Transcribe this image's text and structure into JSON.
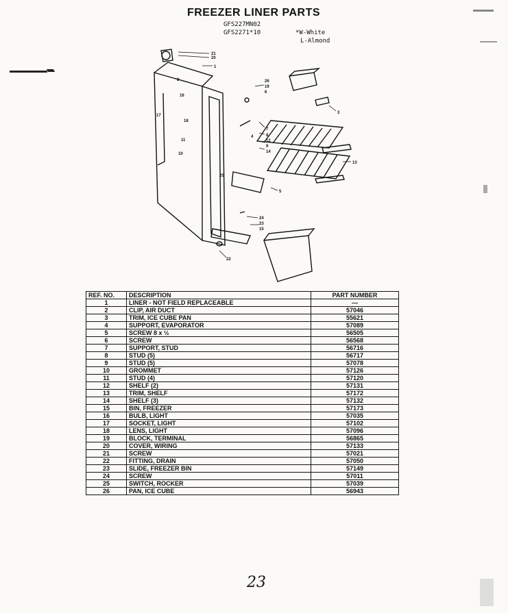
{
  "header": {
    "title": "FREEZER LINER PARTS",
    "model_1": "GFS227MN02",
    "model_2": "GFS2271*10",
    "color_code_1": "*W-White",
    "color_code_2": "L-Almond"
  },
  "table": {
    "columns": [
      "REF. NO.",
      "DESCRIPTION",
      "PART NUMBER"
    ],
    "rows": [
      {
        "ref": "1",
        "desc": "LINER - NOT FIELD REPLACEABLE",
        "pn": "—"
      },
      {
        "ref": "2",
        "desc": "CLIP, AIR DUCT",
        "pn": "57046"
      },
      {
        "ref": "3",
        "desc": "TRIM, ICE CUBE PAN",
        "pn": "55621"
      },
      {
        "ref": "4",
        "desc": "SUPPORT, EVAPORATOR",
        "pn": "57089"
      },
      {
        "ref": "5",
        "desc": "SCREW 8 x ½",
        "pn": "56505"
      },
      {
        "ref": "6",
        "desc": "SCREW",
        "pn": "56568"
      },
      {
        "ref": "7",
        "desc": "SUPPORT, STUD",
        "pn": "56716"
      },
      {
        "ref": "8",
        "desc": "STUD (5)",
        "pn": "56717"
      },
      {
        "ref": "9",
        "desc": "STUD (5)",
        "pn": "57078"
      },
      {
        "ref": "10",
        "desc": "GROMMET",
        "pn": "57126"
      },
      {
        "ref": "11",
        "desc": "STUD (4)",
        "pn": "57120"
      },
      {
        "ref": "12",
        "desc": "SHELF (2)",
        "pn": "57131"
      },
      {
        "ref": "13",
        "desc": "TRIM, SHELF",
        "pn": "57172"
      },
      {
        "ref": "14",
        "desc": "SHELF (3)",
        "pn": "57132"
      },
      {
        "ref": "15",
        "desc": "BIN, FREEZER",
        "pn": "57173"
      },
      {
        "ref": "16",
        "desc": "BULB, LIGHT",
        "pn": "57035"
      },
      {
        "ref": "17",
        "desc": "SOCKET, LIGHT",
        "pn": "57102"
      },
      {
        "ref": "18",
        "desc": "LENS, LIGHT",
        "pn": "57096"
      },
      {
        "ref": "19",
        "desc": "BLOCK, TERMINAL",
        "pn": "56865"
      },
      {
        "ref": "20",
        "desc": "COVER, WIRING",
        "pn": "57133"
      },
      {
        "ref": "21",
        "desc": "SCREW",
        "pn": "57021"
      },
      {
        "ref": "22",
        "desc": "FITTING, DRAIN",
        "pn": "57050"
      },
      {
        "ref": "23",
        "desc": "SLIDE, FREEZER BIN",
        "pn": "57149"
      },
      {
        "ref": "24",
        "desc": "SCREW",
        "pn": "57011"
      },
      {
        "ref": "25",
        "desc": "SWITCH, ROCKER",
        "pn": "57039"
      },
      {
        "ref": "26",
        "desc": "PAN, ICE CUBE",
        "pn": "56943"
      }
    ]
  },
  "diagram_callouts": [
    "21",
    "20",
    "1",
    "26",
    "19",
    "6",
    "3",
    "2",
    "16",
    "17",
    "18",
    "11",
    "10",
    "7",
    "8",
    "12",
    "9",
    "14",
    "13",
    "25",
    "5",
    "24",
    "23",
    "15",
    "4",
    "22"
  ],
  "footer": {
    "page_number": "23"
  }
}
